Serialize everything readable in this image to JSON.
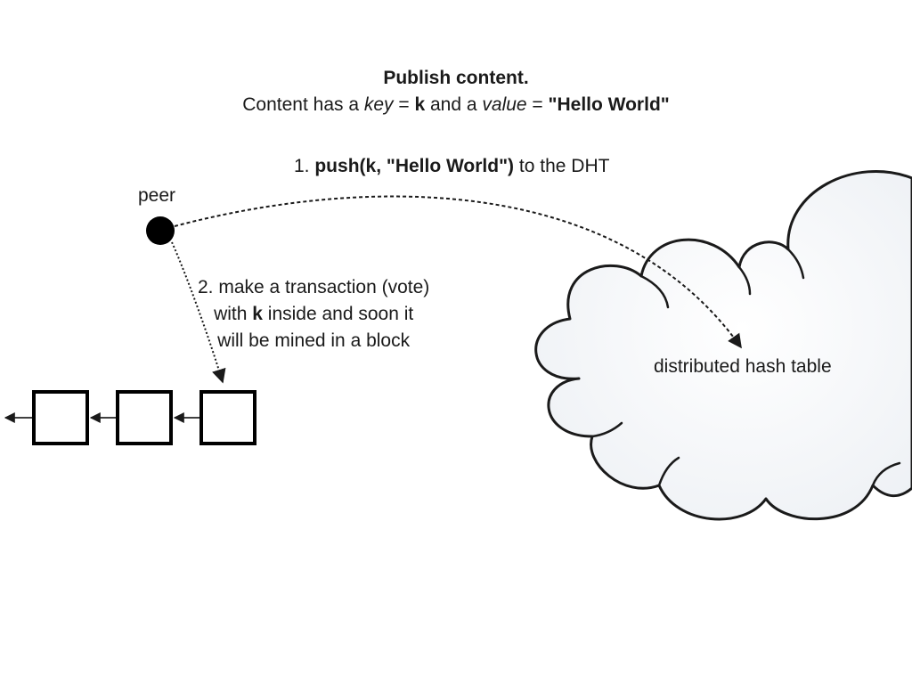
{
  "title": "Publish content.",
  "subtitle": {
    "part1": "Content has a ",
    "key_word": "key",
    "part2": " = ",
    "key_var": "k",
    "part3": " and a ",
    "value_word": "value",
    "part4": " = ",
    "value_var": "\"Hello World\""
  },
  "step1": {
    "number": "1.  ",
    "call": "push(k, \"Hello World\")",
    "rest": " to the DHT"
  },
  "peer_label": "peer",
  "step2": {
    "line1": "2.  make a transaction (vote)",
    "line2_a": "with ",
    "line2_k": "k",
    "line2_b": " inside and soon it",
    "line3": "will be mined in a block"
  },
  "dht_label": "distributed hash table",
  "blockchain": {
    "block_count": 3
  },
  "colors": {
    "ink": "#1a1a1a",
    "cloud_fill": "#f4f6f9",
    "background": "#ffffff"
  }
}
